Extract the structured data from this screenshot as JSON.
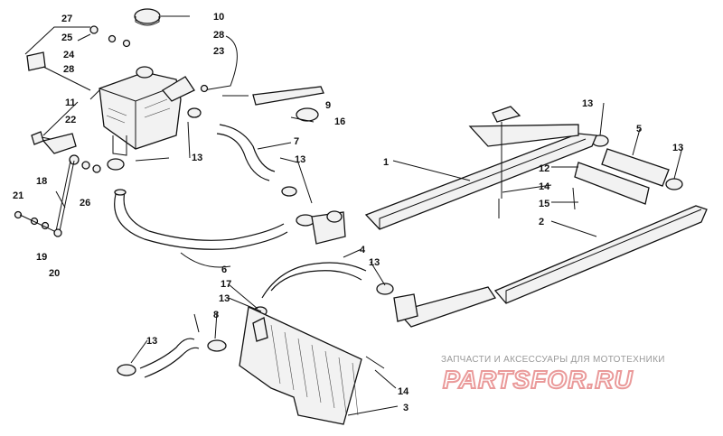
{
  "diagram": {
    "callouts": [
      "27",
      "25",
      "24",
      "28",
      "10",
      "28",
      "23",
      "9",
      "16",
      "11",
      "22",
      "7",
      "13",
      "13",
      "21",
      "18",
      "19",
      "20",
      "26",
      "6",
      "1",
      "12",
      "14",
      "15",
      "2",
      "13",
      "5",
      "13",
      "4",
      "13",
      "17",
      "13",
      "8",
      "13",
      "14",
      "3"
    ]
  },
  "watermark": {
    "subtitle": "ЗАПЧАСТИ И АКСЕССУАРЫ ДЛЯ МОТОТЕХНИКИ",
    "logo": "PARTSFOR.RU"
  }
}
